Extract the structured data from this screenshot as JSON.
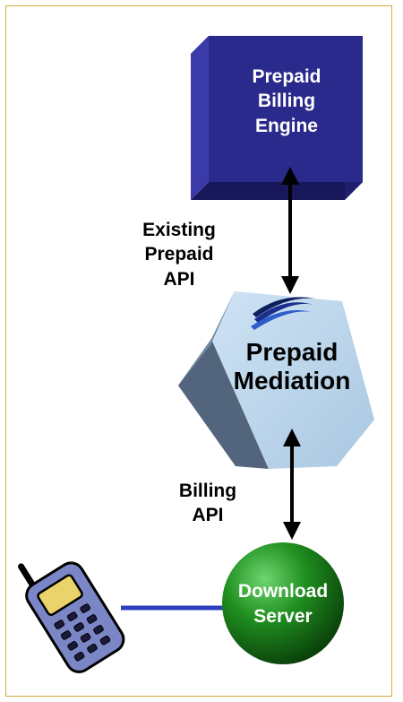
{
  "diagram": {
    "nodes": {
      "billing_engine": {
        "lines": [
          "Prepaid",
          "Billing",
          "Engine"
        ],
        "color": "#2a2a8c"
      },
      "mediation": {
        "lines": [
          "Prepaid",
          "Mediation"
        ],
        "color": "#b7d3ea"
      },
      "download_server": {
        "lines": [
          "Download",
          "Server"
        ],
        "color": "#1a7a1a"
      }
    },
    "edges": {
      "existing_prepaid_api": {
        "lines": [
          "Existing",
          "Prepaid",
          "API"
        ]
      },
      "billing_api": {
        "lines": [
          "Billing",
          "API"
        ]
      }
    },
    "frame_color": "#d4a93a",
    "link_color": "#2b3fbf"
  }
}
